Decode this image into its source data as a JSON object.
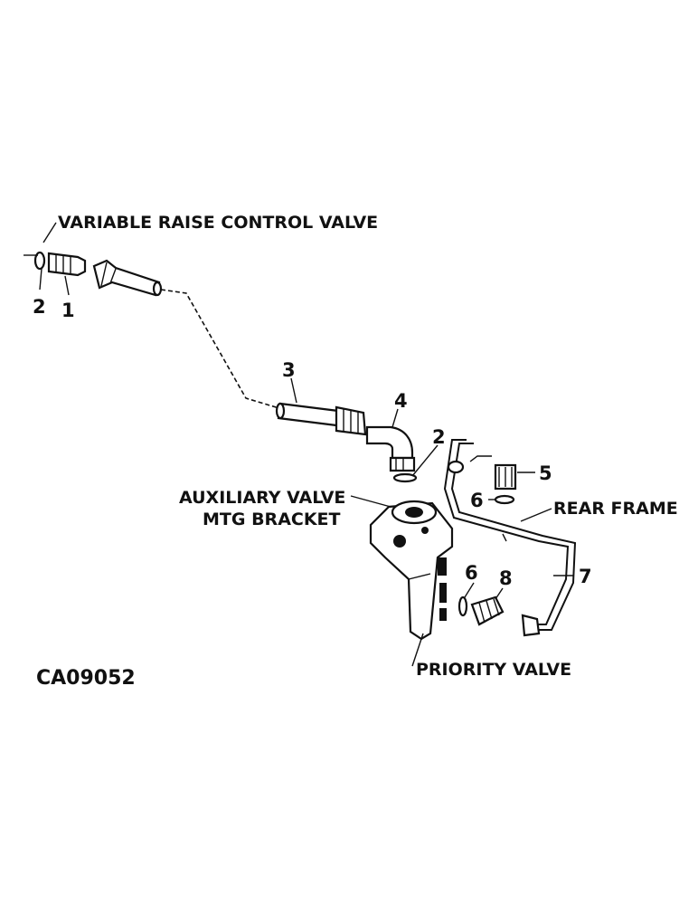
{
  "labels": {
    "variable_raise_control_valve": "VARIABLE RAISE CONTROL VALVE",
    "auxiliary_valve_line1": "AUXILIARY VALVE",
    "auxiliary_valve_line2": "MTG BRACKET",
    "rear_frame": "REAR FRAME",
    "priority_valve": "PRIORITY VALVE",
    "drawing_code": "CA09052"
  },
  "callouts": {
    "n1": "1",
    "n2_left": "2",
    "n2_right": "2",
    "n3": "3",
    "n4": "4",
    "n5": "5",
    "n6_upper": "6",
    "n6_lower": "6",
    "n7": "7",
    "n8": "8"
  }
}
